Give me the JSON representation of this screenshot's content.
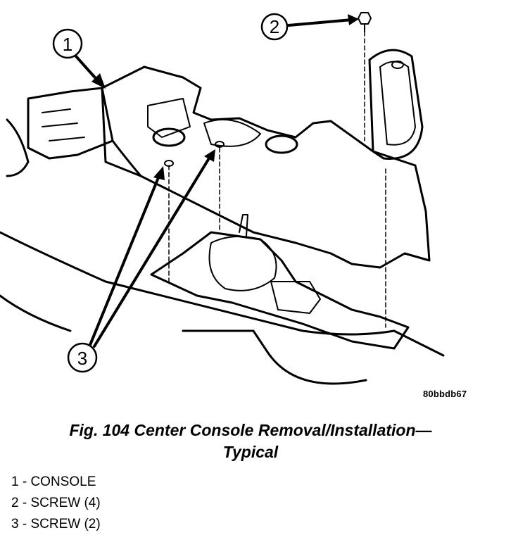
{
  "figure": {
    "callouts": [
      "1",
      "2",
      "3"
    ],
    "code": "80bbdb67",
    "caption_line1": "Fig. 104 Center Console Removal/Installation—",
    "caption_line2": "Typical"
  },
  "legend": {
    "items": [
      "1 - CONSOLE",
      "2 - SCREW (4)",
      "3 - SCREW (2)"
    ]
  }
}
